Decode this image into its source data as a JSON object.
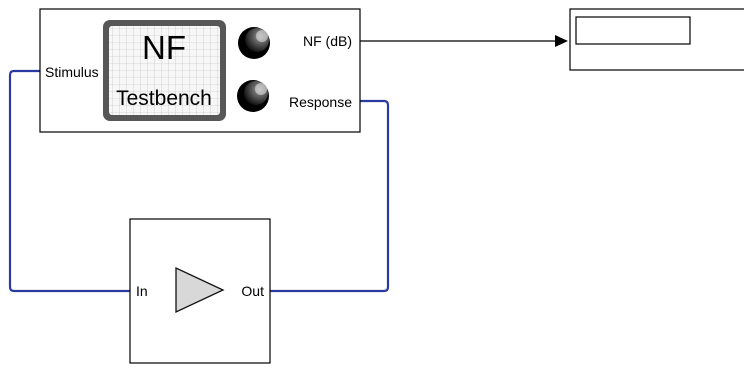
{
  "testbench_block": {
    "icon_title": "NF",
    "icon_subtitle": "Testbench",
    "ports": {
      "stimulus": "Stimulus",
      "nf_db": "NF (dB)",
      "response": "Response"
    }
  },
  "amplifier_block": {
    "ports": {
      "in": "In",
      "out": "Out"
    }
  },
  "display_block": {
    "value": ""
  },
  "colors": {
    "signal_line": "#000000",
    "rf_line": "#2b3a9e",
    "block_border": "#000000",
    "triangle_fill": "#d8d8d8"
  }
}
